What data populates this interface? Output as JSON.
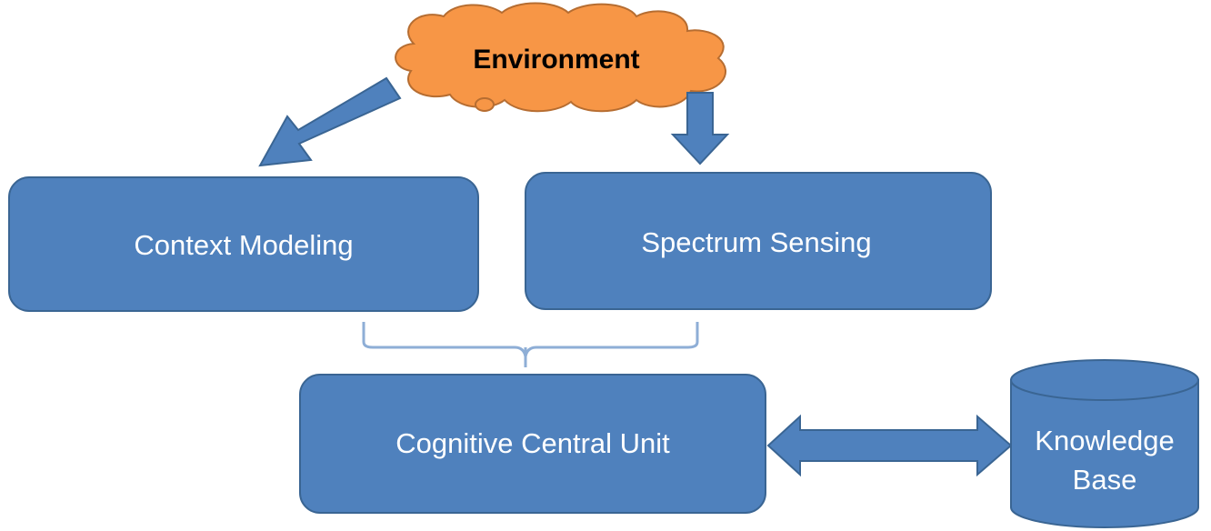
{
  "colors": {
    "box_fill": "#4f81bd",
    "box_stroke": "#3a6593",
    "cloud_fill": "#f79646",
    "cloud_stroke": "#b66d31",
    "label_text": "#ffffff",
    "cloud_text": "#000000"
  },
  "nodes": {
    "environment": {
      "label": "Environment",
      "shape": "cloud"
    },
    "context_modeling": {
      "label": "Context Modeling",
      "shape": "rounded-rectangle"
    },
    "spectrum_sensing": {
      "label": "Spectrum Sensing",
      "shape": "rounded-rectangle"
    },
    "cognitive_central_unit": {
      "label": "Cognitive Central Unit",
      "shape": "rounded-rectangle"
    },
    "knowledge_base": {
      "label_line1": "Knowledge",
      "label_line2": "Base",
      "shape": "cylinder"
    }
  },
  "connections": [
    {
      "from": "environment",
      "to": "context_modeling",
      "style": "block-arrow"
    },
    {
      "from": "environment",
      "to": "spectrum_sensing",
      "style": "block-arrow"
    },
    {
      "from": "context_modeling",
      "to": "cognitive_central_unit",
      "style": "brace"
    },
    {
      "from": "spectrum_sensing",
      "to": "cognitive_central_unit",
      "style": "brace"
    },
    {
      "from": "cognitive_central_unit",
      "to": "knowledge_base",
      "style": "double-block-arrow"
    }
  ]
}
